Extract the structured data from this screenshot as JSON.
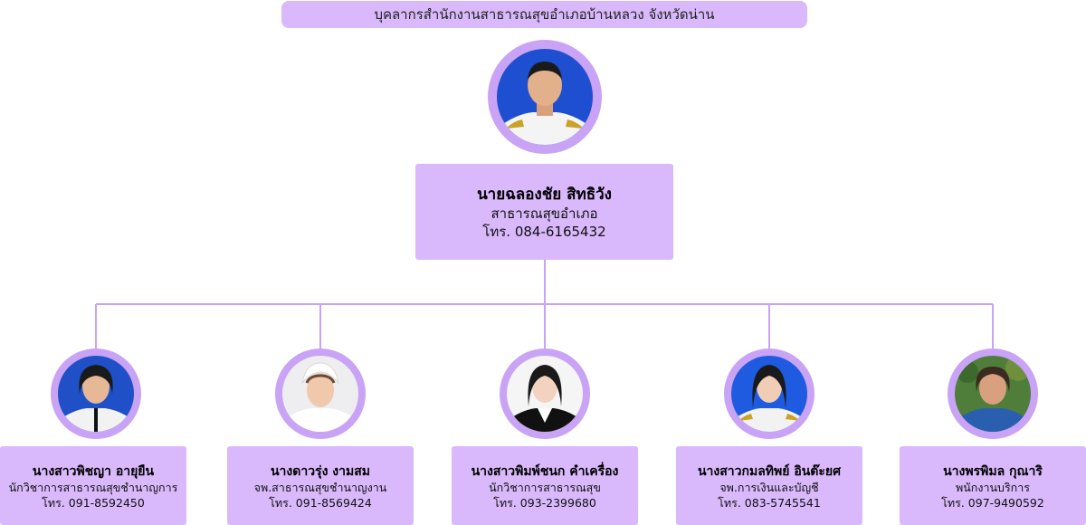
{
  "title": "บุคลากรสำนักงานสาธารณสุขอำเภอบ้านหลวง จังหวัดน่าน",
  "head": {
    "name": "นายฉลองชัย สิทธิวัง",
    "position": "สาธารณสุขอำเภอ",
    "phone": "โทร. 084-6165432"
  },
  "staff": [
    {
      "name": "นางสาวพิชญา อายุยืน",
      "position": "นักวิชาการสาธารณสุขชำนาญการ",
      "phone": "โทร. 091-8592450"
    },
    {
      "name": "นางดาวรุ่ง งามสม",
      "position": "จพ.สาธารณสุขชำนาญงาน",
      "phone": "โทร. 091-8569424"
    },
    {
      "name": "นางสาวพิมพ์ชนก คำเครื่อง",
      "position": "นักวิชาการสาธารณสุข",
      "phone": "โทร. 093-2399680"
    },
    {
      "name": "นางสาวกมลทิพย์ อินต๊ะยศ",
      "position": "จพ.การเงินและบัญชี",
      "phone": "โทร. 083-5745541"
    },
    {
      "name": "นางพรพิมล กุณาริ",
      "position": "พนักงานบริการ",
      "phone": "โทร. 097-9490592"
    }
  ],
  "colors": {
    "box": "#d9b8fb",
    "ring": "#c9a3f5",
    "connector": "#c9a3f5"
  }
}
